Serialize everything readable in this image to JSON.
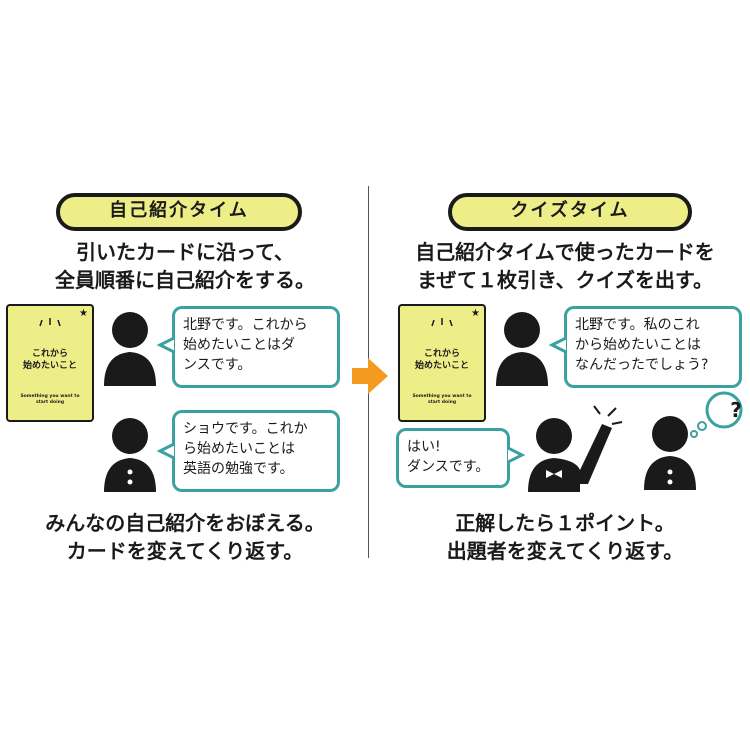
{
  "left": {
    "label": "自己紹介タイム",
    "heading_line1": "引いたカードに沿って、",
    "heading_line2": "全員順番に自己紹介をする。",
    "card": {
      "line1": "これから",
      "line2": "始めたいこと",
      "sub_line1": "Something you want to",
      "sub_line2": "start doing"
    },
    "bubble1": "北野です。これから\n始めたいことはダ\nンスです。",
    "bubble2": "ショウです。これか\nら始めたいことは\n英語の勉強です。",
    "footer_line1": "みんなの自己紹介をおぼえる。",
    "footer_line2": "カードを変えてくり返す。"
  },
  "right": {
    "label": "クイズタイム",
    "heading_line1": "自己紹介タイムで使ったカードを",
    "heading_line2": "まぜて１枚引き、クイズを出す。",
    "card": {
      "line1": "これから",
      "line2": "始めたいこと",
      "sub_line1": "Something you want to",
      "sub_line2": "start doing"
    },
    "bubble1": "北野です。私のこれ\nから始めたいことは\nなんだったでしょう?",
    "answer_bubble": "はい!\nダンスです。",
    "thought_mark": "?",
    "footer_line1": "正解したら１ポイント。",
    "footer_line2": "出題者を変えてくり返す。"
  },
  "colors": {
    "pill_fill": "#eeee88",
    "card_fill": "#eeee88",
    "bubble_border": "#3aa1a1",
    "arrow": "#f39a1f",
    "ink": "#1a1a1a"
  }
}
